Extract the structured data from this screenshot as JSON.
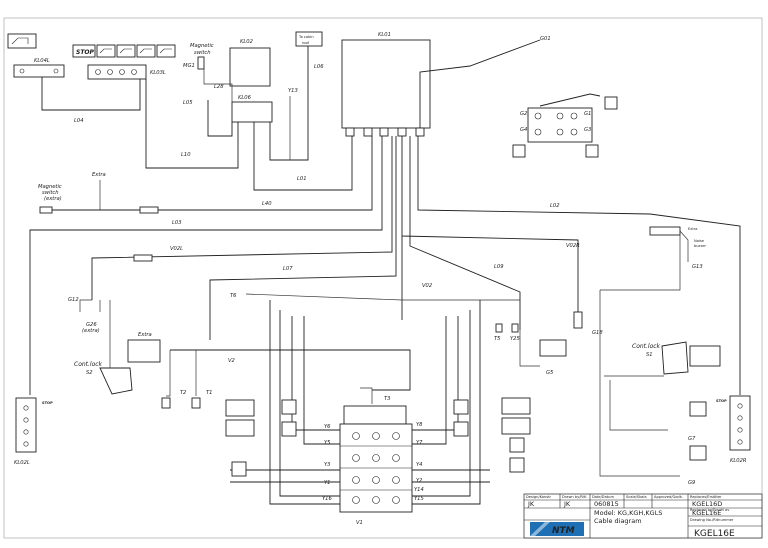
{
  "title_block": {
    "col_headers": [
      "Design/Konstr",
      "Drawn by/Ritl.",
      "Date/Datum",
      "Scale/Skala",
      "Approved/Godk.",
      "Replaces/Ersätter"
    ],
    "designer": "JK",
    "drawn_by": "JK",
    "date": "060815",
    "replaces": "KGEL16D",
    "replaced_by_label": "Replaced by/Ersatt av",
    "replaced_by": "KGEL16E",
    "model_line": "Model: KG,KGH,KGLS",
    "description": "Cable diagram",
    "drawing_no_label": "Drawing No./Ritnummer",
    "drawing_no": "KGEL16E",
    "logo_text": "NTM"
  },
  "components": {
    "klo1": "KL01",
    "klo2": "KL02",
    "klo6": "KL06",
    "klo4l": "KL04L",
    "klo3l": "KL03L",
    "klo2l": "KL02L",
    "klo2r": "KL02R",
    "to_cabin_1": "To cabin",
    "to_cabin_2": "roof",
    "stop": "STOP",
    "stop_small_l": "STOP",
    "stop_small_r": "STOP",
    "magnetic_switch_top_1": "Magnetic",
    "magnetic_switch_top_2": "switch",
    "mg1": "MG1",
    "magnetic_switch_extra_1": "Magnetic",
    "magnetic_switch_extra_2": "switch",
    "magnetic_switch_extra_3": "(extra)",
    "extra_1": "Extra",
    "extra_2": "Extra",
    "extra_3": "Extra",
    "noise_buzzer_1": "Noise",
    "noise_buzzer_2": "buzzer",
    "control_stick_l_1": "Cont.lock",
    "control_stick_r_1": "Cont.lock",
    "s2": "S2",
    "s1": "S1",
    "g1": "G1",
    "g2": "G2",
    "g3": "G3",
    "g4": "G4",
    "g5": "G5",
    "g7": "G7",
    "g9": "G9",
    "g12": "G12",
    "g13": "G13",
    "g18": "G18",
    "g26": "G26",
    "g26_extra": "(extra)",
    "go1": "G01",
    "v1": "V1",
    "v2": "V2",
    "t1": "T1",
    "t2": "T2",
    "t3": "T3",
    "t5": "T5",
    "t6": "T6",
    "y1": "Y1",
    "y2": "Y2",
    "y3": "Y3",
    "y4": "Y4",
    "y5": "Y5",
    "y6": "Y6",
    "y7": "Y7",
    "y8": "Y8",
    "y13": "Y13",
    "y14": "Y14",
    "y15": "Y15",
    "y16": "Y16",
    "y25": "Y25"
  },
  "cables": {
    "l01": "L01",
    "l02": "L02",
    "l03": "L03",
    "l04": "L04",
    "l05": "L05",
    "l06": "L06",
    "l07": "L07",
    "l09": "L09",
    "l10": "L10",
    "l28": "L28",
    "l40": "L40",
    "v02l": "V02L",
    "v02r": "V02R",
    "v02": "V02"
  },
  "colors": {
    "ink": "#222222",
    "logo_blue": "#1f6fb5"
  }
}
